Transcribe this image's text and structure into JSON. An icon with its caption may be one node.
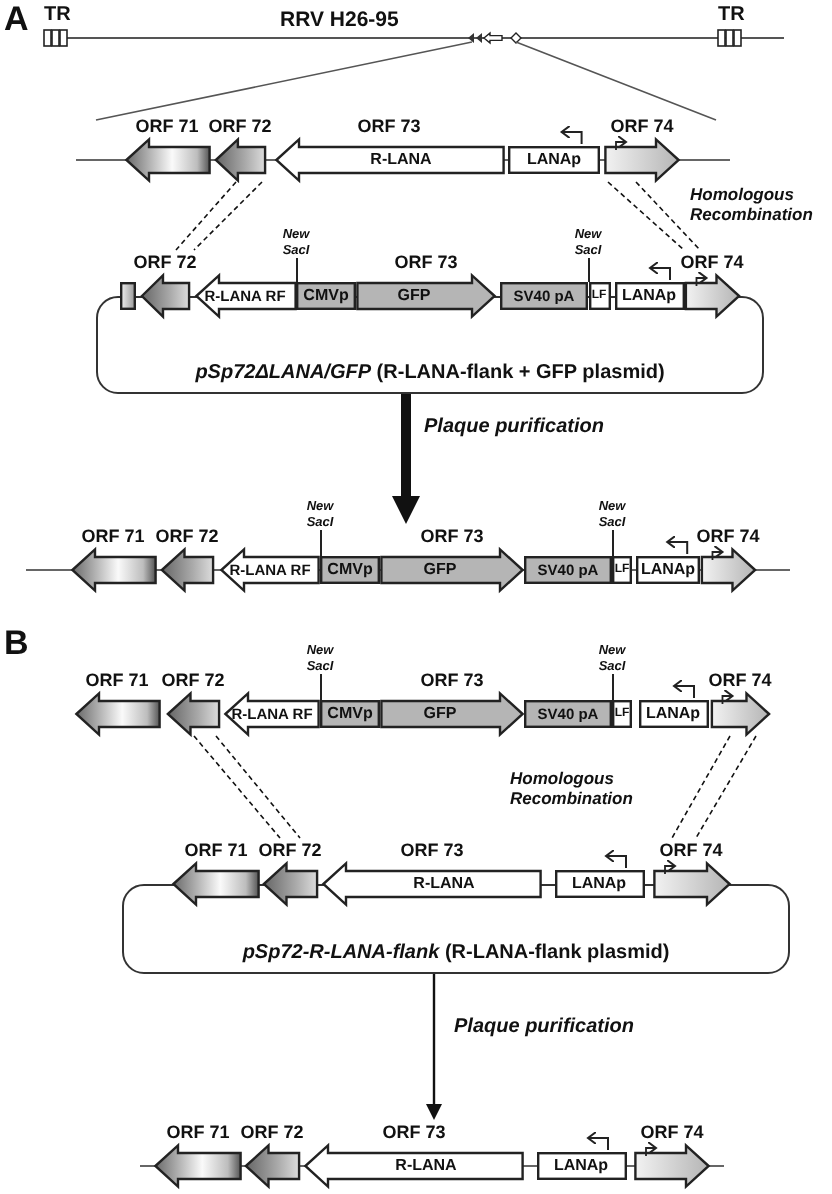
{
  "diagram": {
    "nodes": [
      {
        "text": [
          "ORF 71"
        ]
      },
      {
        "text": [
          "ORF 72"
        ]
      },
      {
        "text": [
          "ORF 73",
          "R-LANA"
        ]
      },
      {
        "text": [
          "LANAp"
        ]
      },
      {
        "text": [
          "ORF 74"
        ]
      },
      {
        "text": [
          "*pSp72ΔLANA/GFP* (R-LANA-flank + GFP plasmid)"
        ]
      },
      {
        "text": [],
        "shape": "box",
        "in": 5
      },
      {
        "text": [
          "ORF 72"
        ],
        "in": 5
      },
      {
        "text": [
          "R-LANA RF"
        ],
        "in": 5
      },
      {
        "text": [
          "CMVp"
        ],
        "in": 5,
        "beside": [
          "New SacI"
        ]
      },
      {
        "text": [
          "ORF 73",
          "GFP"
        ],
        "in": 5
      },
      {
        "text": [
          "SV40 pA"
        ],
        "in": 5
      },
      {
        "text": [
          "LF"
        ],
        "in": 5,
        "beside": [
          "New SacI"
        ]
      },
      {
        "text": [
          "LANAp"
        ],
        "in": 5
      },
      {
        "text": [
          "ORF 74"
        ],
        "in": 5
      },
      {
        "text": [
          "ORF 71"
        ]
      },
      {
        "text": [
          "ORF 72"
        ]
      },
      {
        "text": [
          "R-LANA RF"
        ]
      },
      {
        "text": [
          "CMVp"
        ],
        "beside": [
          "New SacI"
        ]
      },
      {
        "text": [
          "ORF 73",
          "GFP"
        ]
      },
      {
        "text": [
          "SV40 pA"
        ]
      },
      {
        "text": [
          "LF"
        ],
        "beside": [
          "New SacI"
        ]
      },
      {
        "text": [
          "LANAp"
        ]
      },
      {
        "text": [
          "ORF 74"
        ]
      },
      {
        "text": [
          "ORF 71"
        ]
      },
      {
        "text": [
          "ORF 72"
        ]
      },
      {
        "text": [
          "R-LANA RF"
        ]
      },
      {
        "text": [
          "CMVp"
        ],
        "beside": [
          "New SacI"
        ]
      },
      {
        "text": [
          "ORF 73",
          "GFP"
        ]
      },
      {
        "text": [
          "SV40 pA"
        ]
      },
      {
        "text": [
          "LF"
        ],
        "beside": [
          "New SacI"
        ]
      },
      {
        "text": [
          "LANAp"
        ]
      },
      {
        "text": [
          "ORF 74"
        ]
      },
      {
        "text": [
          "*pSp72-R-LANA-flank* (R-LANA-flank plasmid)"
        ]
      },
      {
        "text": [
          "ORF 71"
        ],
        "in": 33
      },
      {
        "text": [
          "ORF 72"
        ],
        "in": 33
      },
      {
        "text": [
          "ORF 73",
          "R-LANA"
        ],
        "in": 33
      },
      {
        "text": [
          "LANAp"
        ],
        "in": 33
      },
      {
        "text": [
          "ORF 74"
        ],
        "in": 33
      },
      {
        "text": [
          "ORF 71"
        ]
      },
      {
        "text": [
          "ORF 72"
        ]
      },
      {
        "text": [
          "ORF 73",
          "R-LANA"
        ]
      },
      {
        "text": [
          "LANAp"
        ]
      },
      {
        "text": [
          "ORF 74"
        ]
      }
    ],
    "edges": [
      {
        "from": 1,
        "to": 7,
        "arrow": "none",
        "style": "dashed"
      },
      {
        "from": 1,
        "to": 7,
        "arrow": "none",
        "style": "dashed"
      },
      {
        "from": 4,
        "to": 14,
        "arrow": "none",
        "style": "dashed"
      },
      {
        "from": 4,
        "to": 14,
        "arrow": "none",
        "style": "dashed"
      },
      {
        "from": 5,
        "to": 19,
        "arrow": "to",
        "style": "thick",
        "label": "Plaque purification"
      },
      {
        "from": 25,
        "to": 35,
        "arrow": "none",
        "style": "dashed"
      },
      {
        "from": 25,
        "to": 35,
        "arrow": "none",
        "style": "dashed"
      },
      {
        "from": 32,
        "to": 38,
        "arrow": "none",
        "style": "dashed"
      },
      {
        "from": 32,
        "to": 38,
        "arrow": "none",
        "style": "dashed"
      },
      {
        "from": 33,
        "to": 41,
        "arrow": "to",
        "label": "Plaque purification"
      }
    ],
    "labels": [
      "A",
      "TR",
      "RRV H26-95",
      "TR",
      "Homologous Recombination",
      "B",
      "Homologous Recombination"
    ]
  }
}
